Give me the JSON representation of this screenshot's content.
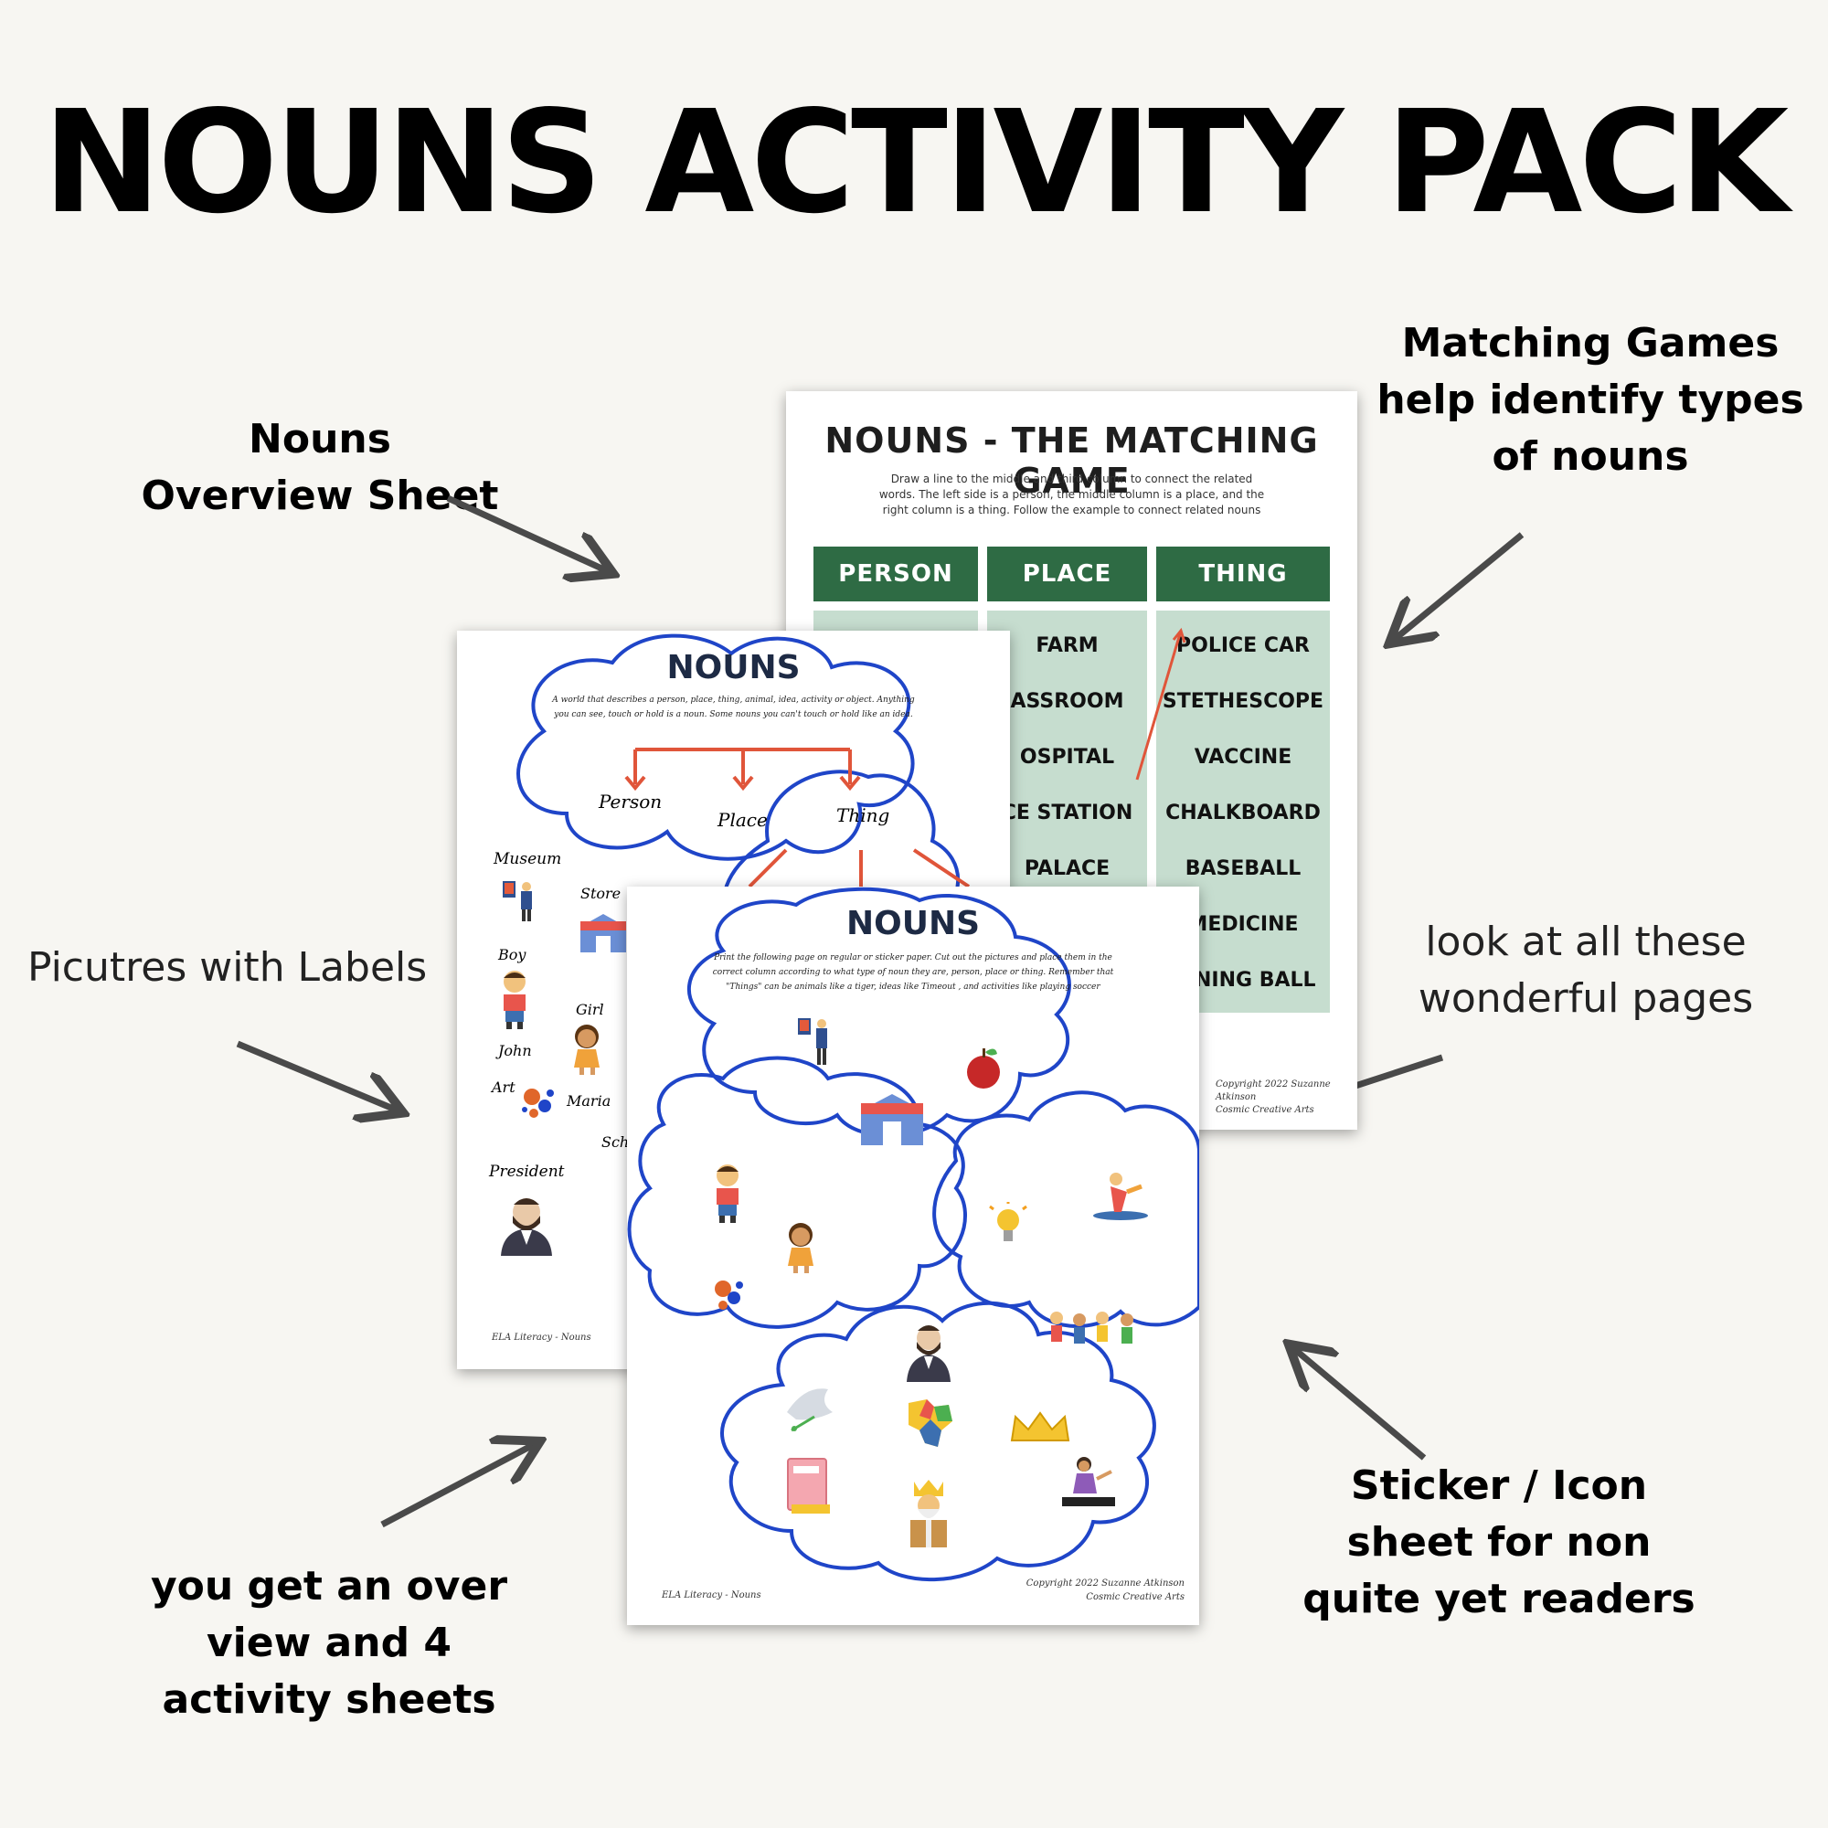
{
  "title": "NOUNS ACTIVITY PACK",
  "callouts": {
    "overview": [
      "Nouns",
      "Overview Sheet"
    ],
    "matching": [
      "Matching Games",
      "help identify types",
      "of nouns"
    ],
    "pictures": "Picutres with Labels",
    "wonderful": [
      "look at all these",
      "wonderful pages"
    ],
    "sticker": [
      "Sticker / Icon",
      "sheet for non",
      "quite yet readers"
    ],
    "overview_pack": [
      "you get an over",
      "view and 4",
      "activity sheets"
    ]
  },
  "matching_sheet": {
    "title": "NOUNS - THE MATCHING GAME",
    "instructions": [
      "Draw a line to the middle and third column to connect the related",
      "words.  The left side is a person, the middle column is a place, and the",
      "right column is a thing.  Follow the example to connect related nouns"
    ],
    "columns": [
      "PERSON",
      "PLACE",
      "THING"
    ],
    "place_words": [
      "FARM",
      "ASSROOM",
      "OSPITAL",
      "CE STATION",
      "PALACE"
    ],
    "thing_words": [
      "POLICE CAR",
      "STETHESCOPE",
      "VACCINE",
      "CHALKBOARD",
      "BASEBALL",
      "MEDICINE",
      "INNING BALL"
    ],
    "copyright": [
      "Copyright 2022 Suzanne Atkinson",
      "Cosmic Creative Arts"
    ]
  },
  "overview_sheet": {
    "title": "NOUNS",
    "definition": [
      "A world that describes a person, place, thing, animal, idea, activity or object.  Anything",
      "you can see, touch or hold is a noun.  Some nouns you can't touch or hold like an idea."
    ],
    "branches": [
      "Person",
      "Place",
      "Thing"
    ],
    "labels": [
      "Museum",
      "Store",
      "Boy",
      "Girl",
      "John",
      "Art",
      "Maria",
      "Sch",
      "President"
    ],
    "footer": "ELA Literacy - Nouns"
  },
  "sticker_sheet": {
    "title": "NOUNS",
    "instructions": [
      "Print the following page on regular or sticker paper. Cut out the pictures and  place them in the",
      "correct column according to what type of noun they are, person, place or thing. Remember that",
      "\"Things\" can be animals like a tiger, ideas like Timeout , and activities like playing soccer"
    ],
    "footer": "ELA Literacy - Nouns",
    "copyright": [
      "Copyright 2022 Suzanne Atkinson",
      "Cosmic Creative Arts"
    ]
  },
  "colors": {
    "green": "#2e6b44",
    "mint": "#c6ddcf",
    "cloud": "#1f45c8",
    "arrow": "#e0553a",
    "pointer": "#4a4a4a"
  }
}
